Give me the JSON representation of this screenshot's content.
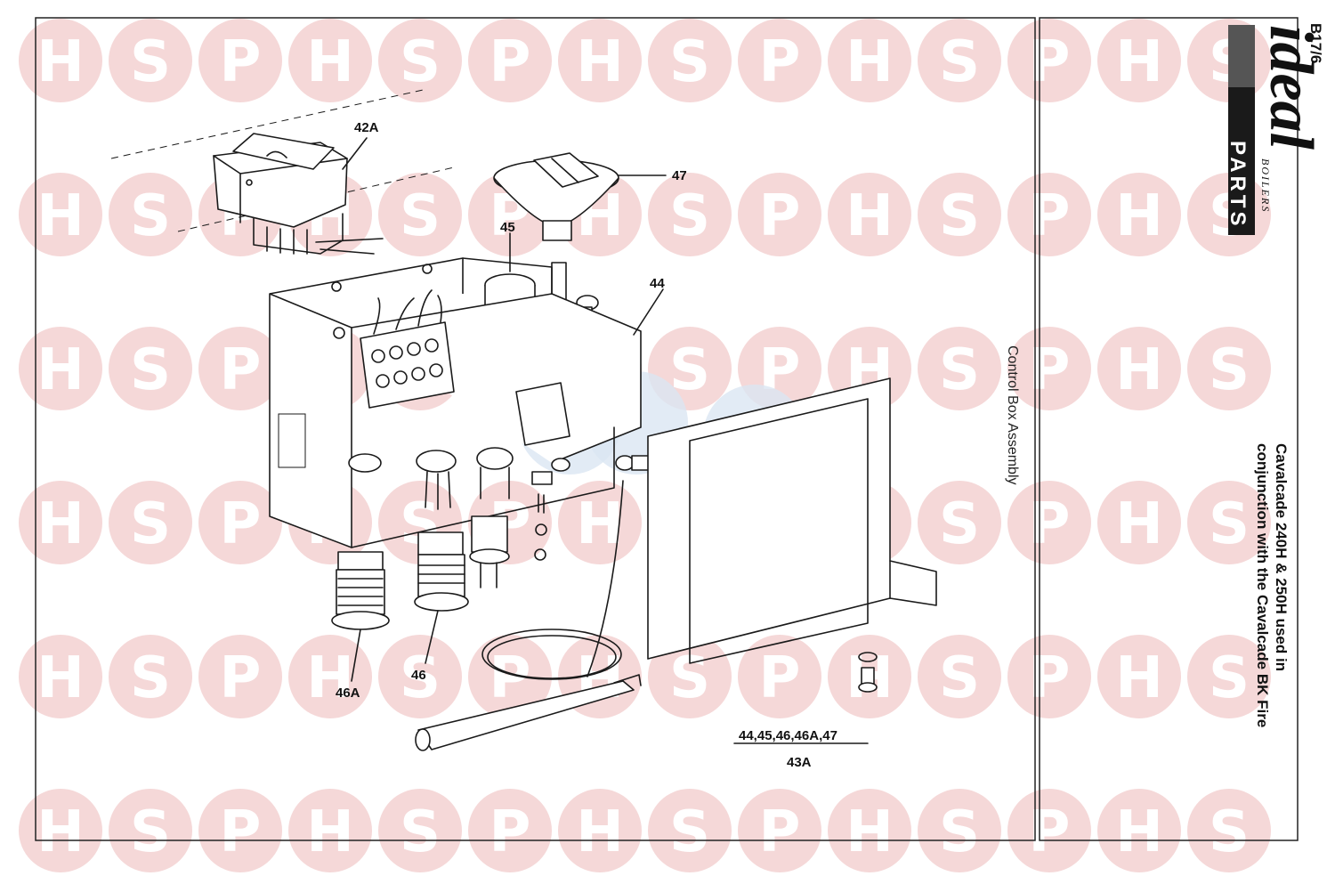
{
  "page_id": "B17/6",
  "brand": {
    "name": "ideal",
    "sub1": "BOILERS",
    "sub2": "PARTS"
  },
  "title": {
    "line1": "Cavalcade 240H & 250H used in",
    "line2": "conjunction with the Cavalcade BK Fire"
  },
  "caption": "Control Box Assembly",
  "watermark": {
    "letters": [
      "H",
      "S",
      "P"
    ],
    "color": "#f5d8d8",
    "center_color": "#dbe6f2"
  },
  "callouts": {
    "switch": "42A",
    "knob": "47",
    "capacitor": "45",
    "control_box": "44",
    "plug_46": "46",
    "plug_46a": "46A",
    "kit_top": "44,45,46,46A,47",
    "kit_bottom": "43A"
  }
}
